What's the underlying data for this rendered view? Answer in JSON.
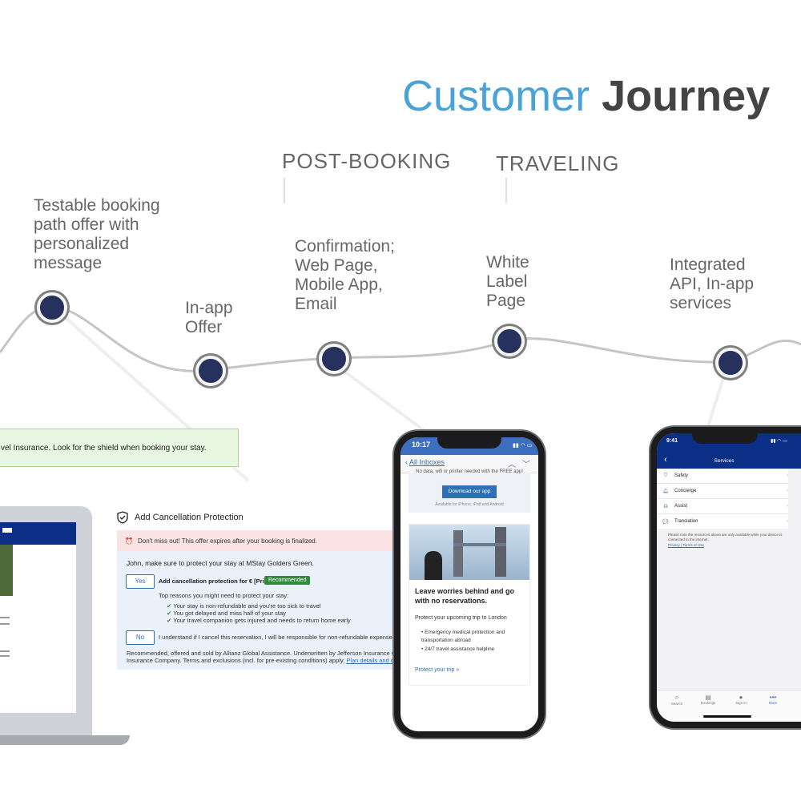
{
  "title": {
    "part1": "Customer",
    "part2": "Journey"
  },
  "stages": {
    "post_booking": "POST-BOOKING",
    "traveling": "TRAVELING"
  },
  "steps": [
    {
      "label": "Testable booking\npath offer with\npersonalized\nmessage"
    },
    {
      "label": "In-app\nOffer"
    },
    {
      "label": "Confirmation;\nWeb Page,\nMobile App,\nEmail"
    },
    {
      "label": "White\nLabel\nPage"
    },
    {
      "label": "Integrated\nAPI, In-app\nservices"
    }
  ],
  "banner": {
    "text": "vel Insurance. Look for the shield when booking your stay."
  },
  "cancellation": {
    "heading": "Add Cancellation Protection",
    "alert": "Don't miss out! This offer expires after your booking is finalized.",
    "greeting": "John, make sure to protect your stay at MStay Golders Green.",
    "yes_label": "Yes",
    "yes_text": "Add cancellation protection for € [Price].",
    "recommended": "Recommended",
    "reasons_title": "Top reasons you might need to protect your stay:",
    "reasons": [
      "Your stay is non-refundable and you're too sick to travel",
      "You got delayed and miss half of your stay",
      "Your travel companion gets injured and needs to return home early"
    ],
    "no_label": "No",
    "no_text": "I understand if I cancel this reservation, I will be responsible for non-refundable expenses.",
    "fine_print_1": "Recommended, offered and sold by Allianz Global Assistance. Underwritten by Jefferson Insurance Company or",
    "fine_print_2": "Insurance Company. Terms and exclusions (incl. for pre-existing conditions) apply.",
    "fine_print_link": "Plan details and disclosures."
  },
  "email_phone": {
    "time": "10:17",
    "back_label": "All Inboxes",
    "cut_text": "No data, wifi or printer needed with the FREE app!",
    "download_button": "Download our app",
    "available": "Available for iPhone, iPad and Android",
    "headline": "Leave worries behind and go with no reservations.",
    "protect_title": "Protect your upcoming trip to London",
    "bullets": [
      "Emergency medical protection and transportation abroad",
      "24/7 travel assistance helpline"
    ],
    "cta": "Protect your trip »"
  },
  "services_phone": {
    "time": "9:41",
    "nav_title": "Services",
    "items": [
      {
        "label": "Safety",
        "icon": "shield-icon"
      },
      {
        "label": "Concierge",
        "icon": "bell-icon"
      },
      {
        "label": "Assist",
        "icon": "headset-icon"
      },
      {
        "label": "Translation",
        "icon": "chat-icon"
      }
    ],
    "note": "Please note the resources above are only available while your device is connected to the internet.",
    "links": "Privacy | Terms of Use",
    "tabs": [
      "Search",
      "Bookings",
      "Sign in",
      "More"
    ]
  },
  "colors": {
    "accent": "#4aa3d6",
    "node": "#27315e",
    "navy": "#0b2e86",
    "green": "#2e8b3a"
  }
}
